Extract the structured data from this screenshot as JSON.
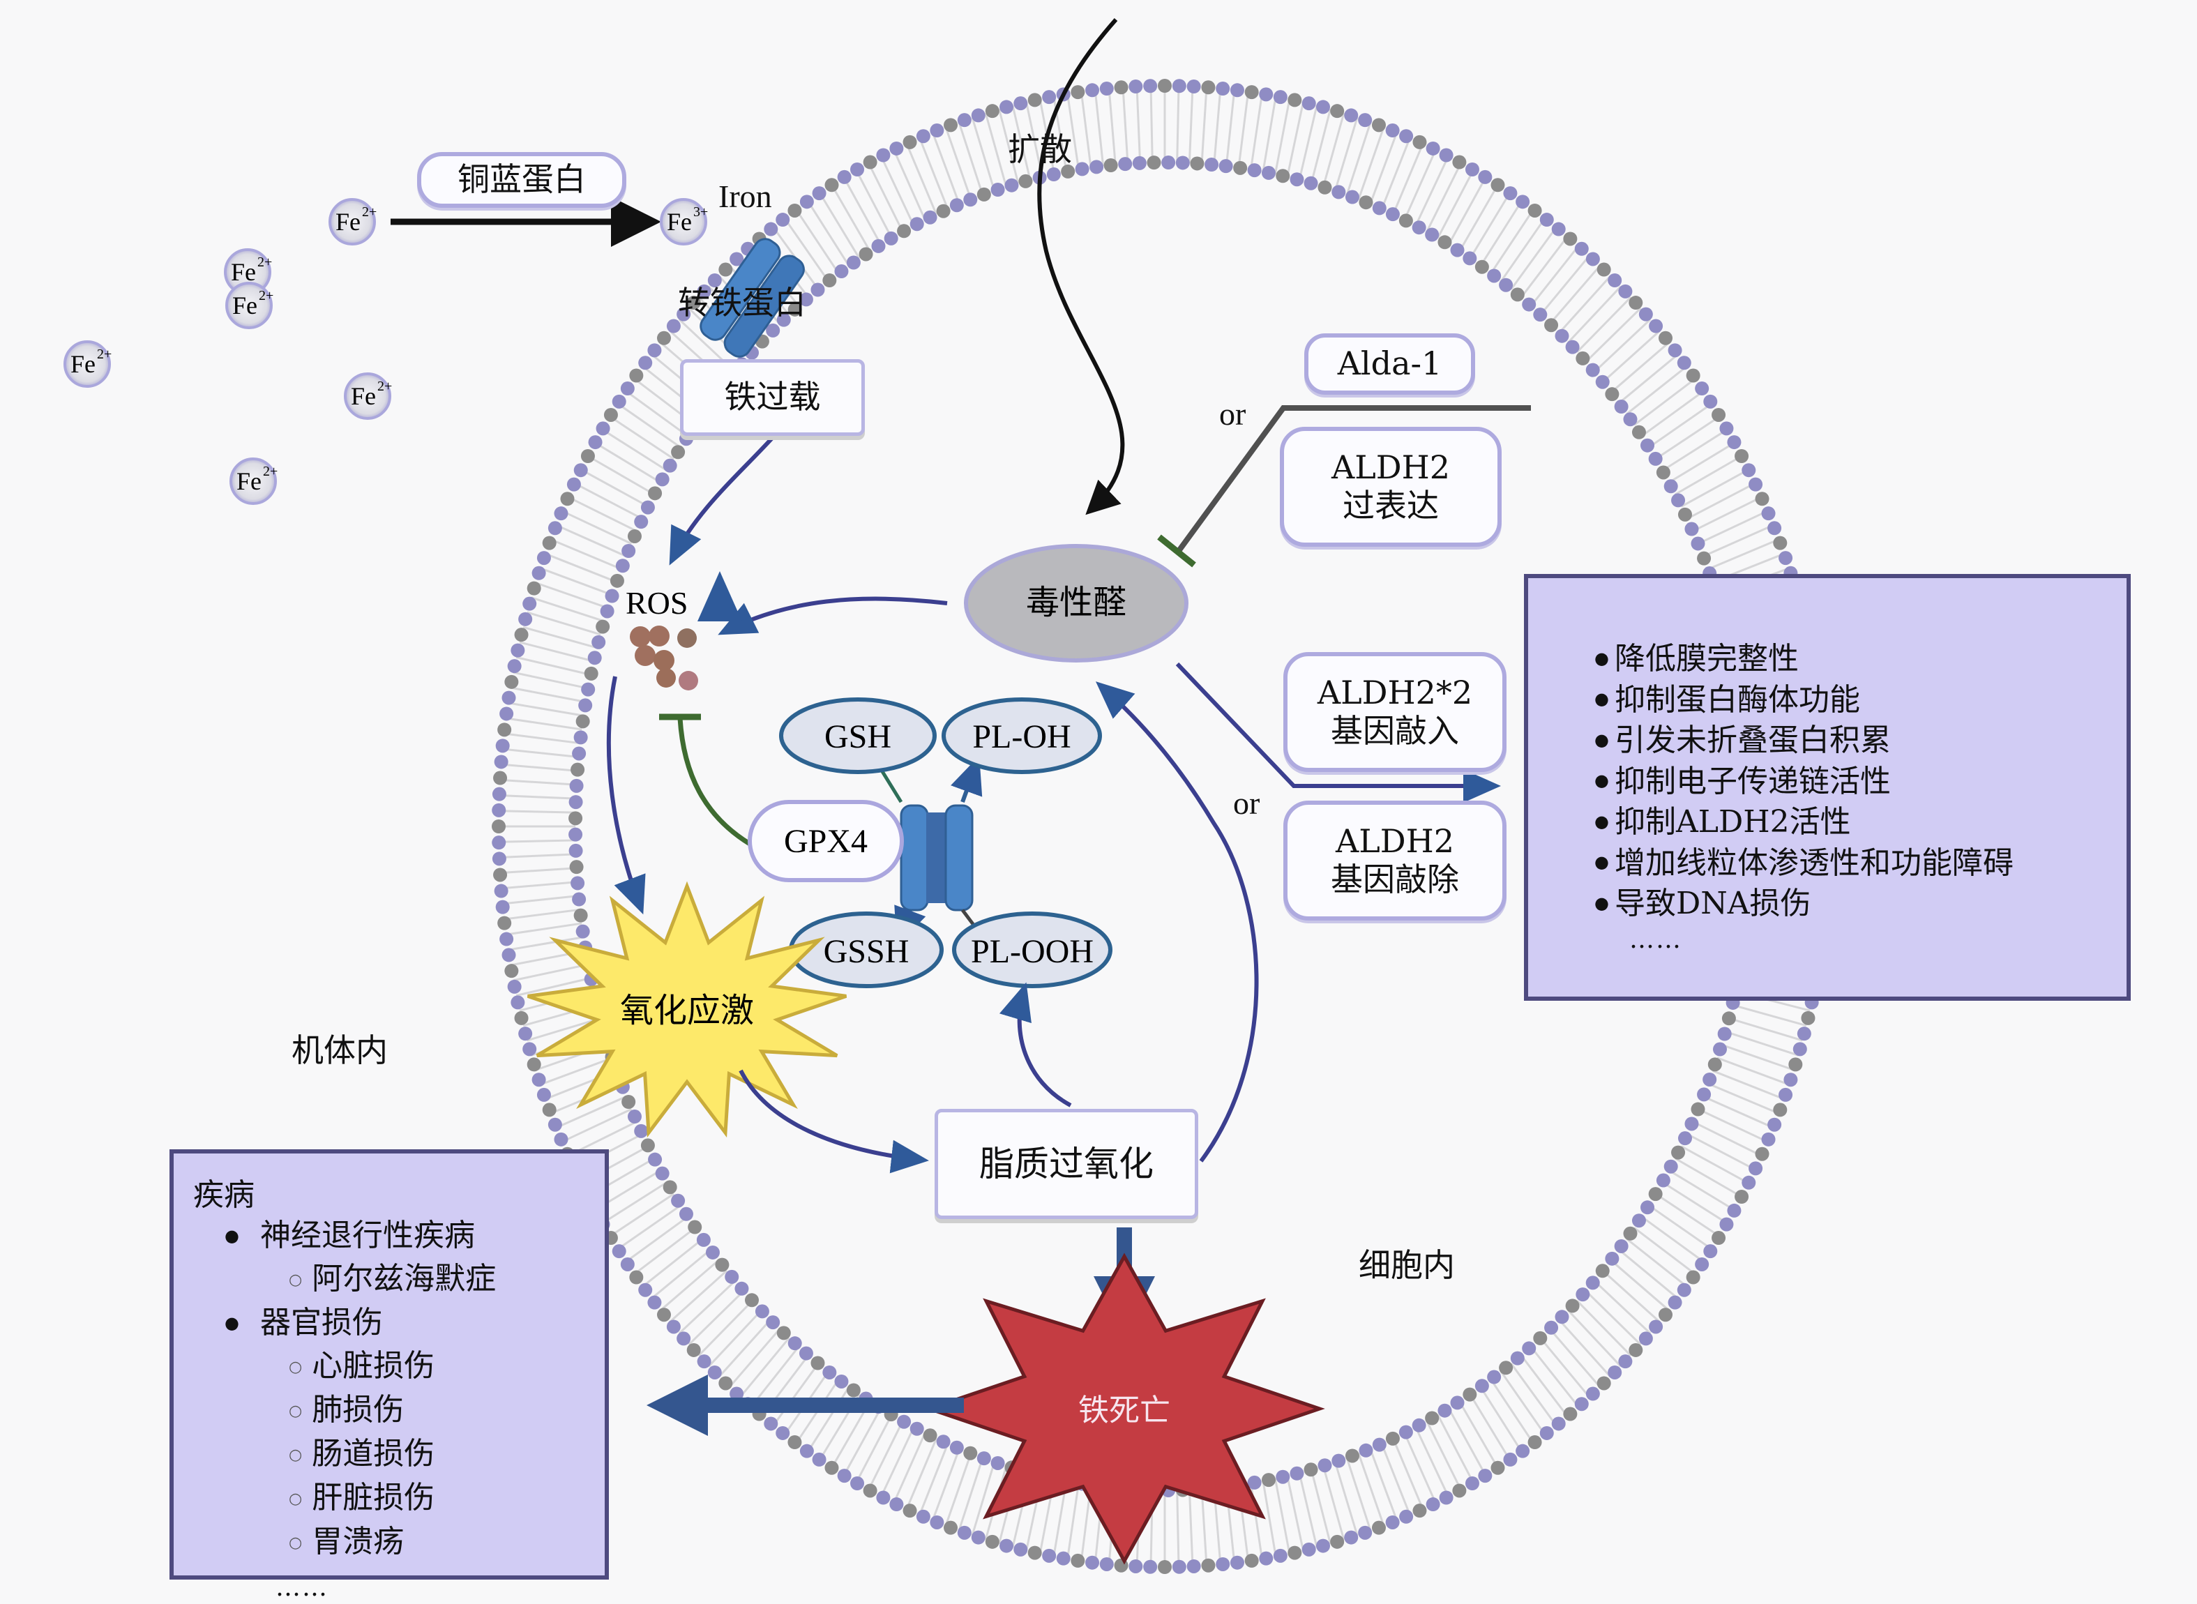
{
  "figure": {
    "type": "ferroptosis-pathway-diagram",
    "region_labels": {
      "extracellular": "机体内",
      "intracellular": "细胞内"
    },
    "colors": {
      "membrane_head_purple": "#8f8cc4",
      "membrane_head_gray": "#8b8b8b",
      "panel_fill": "#d1ccf4",
      "panel_border": "#4e4a7f",
      "arrow_blue": "#3b3f8f",
      "inhibit_green": "#3e6b30",
      "oxidative_star": "#fde96a",
      "ferroptosis_star": "#c43c42",
      "aldehyde_fill": "#b9b9bd",
      "gpx4_channel": "#4a86c8"
    }
  },
  "iron": {
    "ceruloplasmin_label": "铜蓝蛋白",
    "iron_label": "Iron",
    "transferrin_label": "转铁蛋白",
    "iron_overload_label": "铁过载",
    "fe2_ions": [
      "Fe2+",
      "Fe2+",
      "Fe2+",
      "Fe2+",
      "Fe2+",
      "Fe2+"
    ],
    "fe3_ion": "Fe3+",
    "ion_base": "Fe",
    "fe2_charge": "2+",
    "fe3_charge": "3+"
  },
  "diffusion_label": "扩散",
  "ros": {
    "label": "ROS",
    "trend": "up"
  },
  "toxic_aldehyde_label": "毒性醛",
  "interventions": {
    "or_label": "or",
    "inhibitors": [
      "Alda-1",
      "ALDH2\n过表达"
    ],
    "enhancers": [
      "ALDH2*2\n基因敲入",
      "ALDH2\n基因敲除"
    ]
  },
  "gpx4_cycle": {
    "gsh": "GSH",
    "pl_oh": "PL-OH",
    "gpx4": "GPX4",
    "gssh": "GSSH",
    "pl_ooh": "PL-OOH"
  },
  "oxidative_stress_label": "氧化应激",
  "lipid_peroxidation_label": "脂质过氧化",
  "ferroptosis_label": "铁死亡",
  "effects_panel": {
    "items": [
      "降低膜完整性",
      "抑制蛋白酶体功能",
      "引发未折叠蛋白积累",
      "抑制电子传递链活性",
      "抑制ALDH2活性",
      "增加线粒体渗透性和功能障碍",
      "导致DNA损伤"
    ],
    "ellipsis": "……"
  },
  "disease_panel": {
    "title": "疾病",
    "groups": [
      {
        "label": "神经退行性疾病",
        "children": [
          "阿尔兹海默症"
        ]
      },
      {
        "label": "器官损伤",
        "children": [
          "心脏损伤",
          "肺损伤",
          "肠道损伤",
          "肝脏损伤",
          "胃溃疡"
        ]
      }
    ],
    "ellipsis": "……"
  }
}
